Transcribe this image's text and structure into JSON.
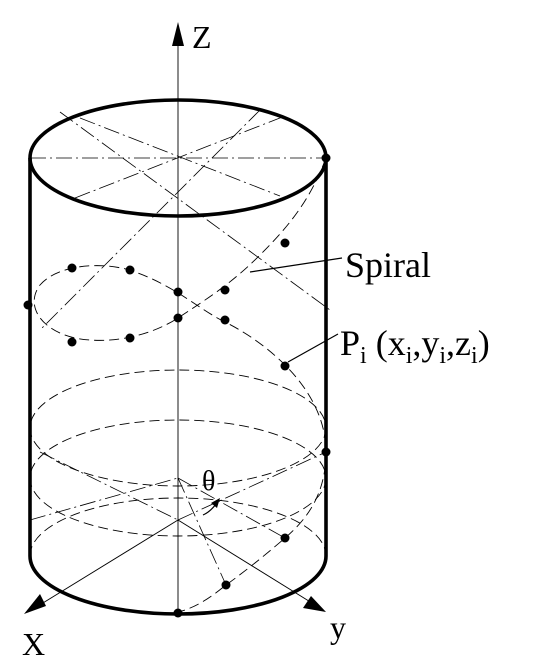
{
  "labels": {
    "z_axis": "Z",
    "x_axis": "X",
    "y_axis": "y",
    "spiral": "Spiral",
    "theta": "θ",
    "point_P": "P",
    "point_P_sub": "i",
    "point_coords_open": " (x",
    "point_coords_sub1": "i",
    "point_coords_comma1": ",y",
    "point_coords_sub2": "i",
    "point_coords_comma2": ",z",
    "point_coords_sub3": "i",
    "point_coords_close": ")"
  }
}
